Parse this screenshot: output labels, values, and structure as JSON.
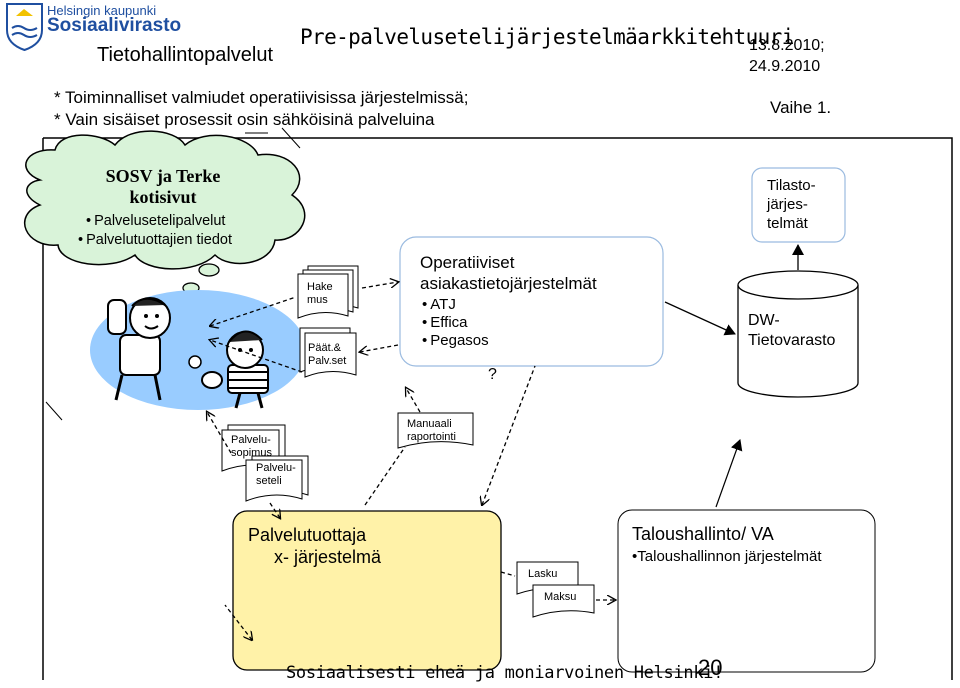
{
  "header": {
    "logo_line1": "Helsingin kaupunki",
    "logo_line2": "Sosiaalivirasto",
    "dept": "Tietohallintopalvelut",
    "title": "Pre-palvelusetelijärjestelmäarkkitehtuuri",
    "date_line1": "13.8.2010;",
    "date_line2": "24.9.2010",
    "phase": "Vaihe 1.",
    "note1": "* Toiminnalliset valmiudet operatiivisissa järjestelmissä;",
    "note2": "* Vain sisäiset prosessit osin sähköisinä palveluina"
  },
  "cloud": {
    "title1": "SOSV ja Terke",
    "title2": "kotisivut",
    "items": [
      "Palvelusetelipalvelut",
      "Palvelutuottajien tiedot"
    ]
  },
  "documents": {
    "hakemus": [
      "Hake",
      "mus"
    ],
    "paatos": [
      "Päät.&",
      "Palv.set"
    ],
    "palvelusopimus": [
      "Palvelu-",
      "sopimus"
    ],
    "palveluseteli": [
      "Palvelu-",
      "seteli"
    ],
    "manuaali": [
      "Manuaali",
      "raportointi"
    ],
    "lasku": "Lasku",
    "maksu": "Maksu"
  },
  "operatiiviset": {
    "title1": "Operatiiviset",
    "title2": "asiakastietojärjestelmät",
    "items": [
      "ATJ",
      "Effica",
      "Pegasos"
    ],
    "question": "?"
  },
  "tilasto": [
    "Tilasto-",
    "järjes-",
    "telmät"
  ],
  "dw": [
    "DW-",
    "Tietovarasto"
  ],
  "palvelutuottaja": [
    "Palvelutuottaja",
    "x- järjestelmä"
  ],
  "talous": {
    "title": "Taloushallinto/ VA",
    "item": "Taloushallinnon järjestelmät"
  },
  "footer": {
    "slogan": "Sosiaalisesti eheä ja moniarvoinen Helsinki!",
    "page_number": "20"
  },
  "colors": {
    "cloud_fill": "#d9f3d9",
    "user_fill": "#99ccff",
    "producer_fill": "#fff2a8",
    "arrow": "#000000"
  }
}
